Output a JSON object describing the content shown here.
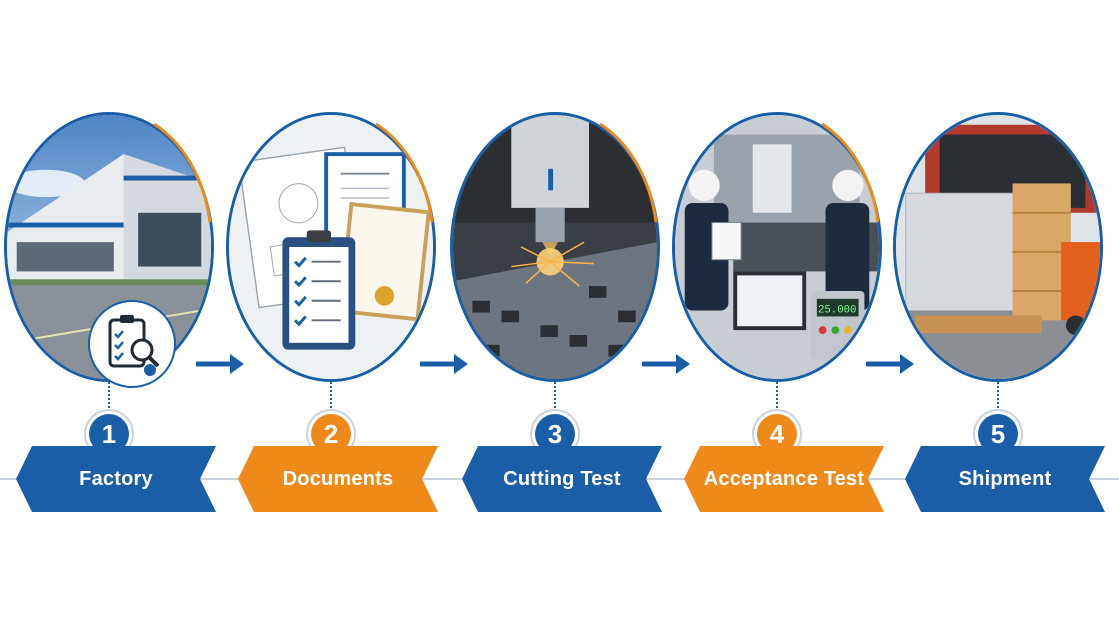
{
  "steps": [
    {
      "number": "1",
      "label": "Factory",
      "color": "#1a5ea8",
      "icon": "clipboard-magnifier-icon"
    },
    {
      "number": "2",
      "label": "Documents",
      "color": "#ee8a1a",
      "icon": "clipboard-checklist-icon"
    },
    {
      "number": "3",
      "label": "Cutting Test",
      "color": "#1a5ea8",
      "icon": "laser-cutter-icon"
    },
    {
      "number": "4",
      "label": "Acceptance Test",
      "color": "#ee8a1a",
      "icon": "inspector-icon"
    },
    {
      "number": "5",
      "label": "Shipment",
      "color": "#1a5ea8",
      "icon": "container-icon"
    }
  ],
  "photo_readouts": {
    "control_panel_display": "25.000"
  }
}
